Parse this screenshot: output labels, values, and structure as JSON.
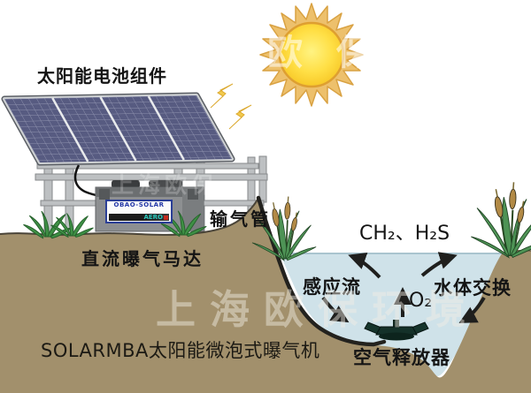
{
  "labels": {
    "solar_panel": "太阳能电池组件",
    "air_pipe": "输气管",
    "dc_motor": "直流曝气马达",
    "gases": "CH₂、H₂S",
    "induced_flow": "感应流",
    "oxygen": "O₂",
    "water_exchange": "水体交换",
    "air_releaser": "空气释放器",
    "product_title": "SOLARMBA太阳能微泡式曝气机"
  },
  "device_badge": {
    "brand": "OBAO-SOLAR",
    "model": "AERO"
  },
  "watermarks": {
    "sun_area": "欧 保",
    "frame_area": "上海欧保",
    "main": "上海欧保环境"
  },
  "colors": {
    "background": "#ffffff",
    "ground": "#a2906c",
    "water": "#cfe2e9",
    "panel": "#575b81",
    "sun_core": "#ffdf45",
    "sun_rays": "#edc06c",
    "lightning": "#f2ca4d",
    "outline": "#23221e",
    "badge_border": "#2b3f96",
    "badge_brand_text": "#2236a6",
    "badge_model_text": "#29c7ba"
  }
}
